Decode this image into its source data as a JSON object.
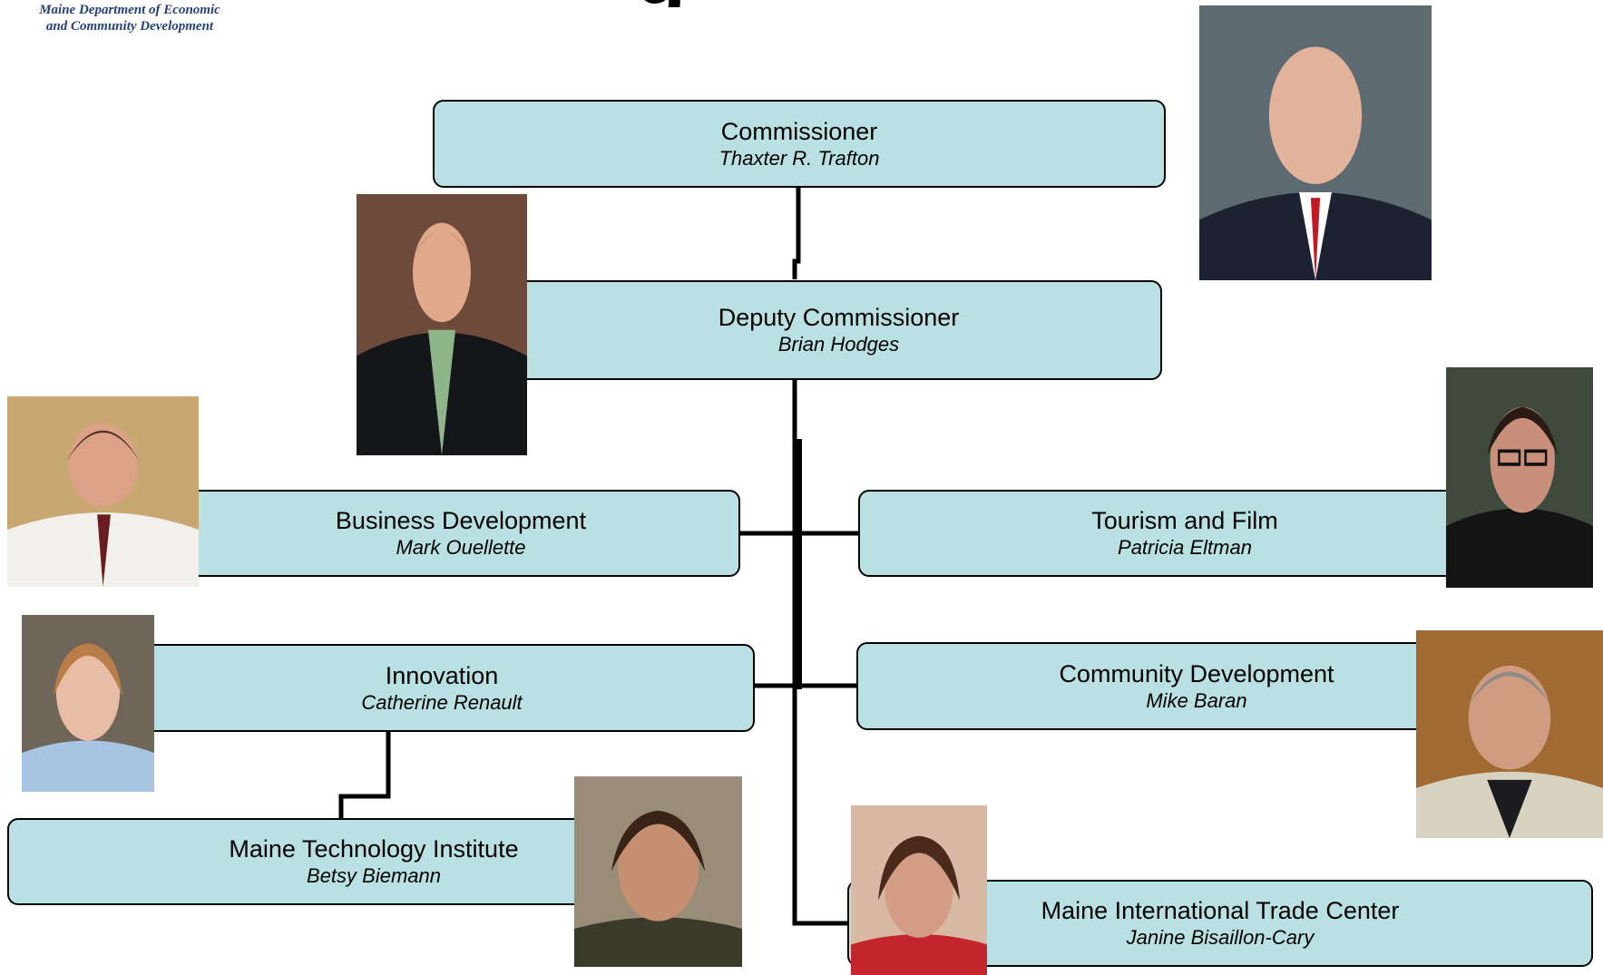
{
  "header": {
    "logo_line1": "Maine Department of Economic",
    "logo_line2": "and Community Development",
    "title_fragment": "g"
  },
  "org": {
    "commissioner": {
      "role": "Commissioner",
      "person": "Thaxter  R. Trafton"
    },
    "deputy": {
      "role": "Deputy Commissioner",
      "person": "Brian Hodges"
    },
    "business": {
      "role": "Business Development",
      "person": "Mark Ouellette"
    },
    "tourism": {
      "role": "Tourism and Film",
      "person": "Patricia Eltman"
    },
    "innovation": {
      "role": "Innovation",
      "person": "Catherine Renault"
    },
    "community": {
      "role": "Community Development",
      "person": "Mike Baran"
    },
    "mti": {
      "role": "Maine Technology Institute",
      "person": "Betsy Biemann"
    },
    "mitc": {
      "role": "Maine International Trade Center",
      "person": "Janine Bisaillon-Cary"
    }
  },
  "colors": {
    "box_fill": "#b9e0e3",
    "connector": "#000000",
    "logo_text": "#27427a"
  }
}
